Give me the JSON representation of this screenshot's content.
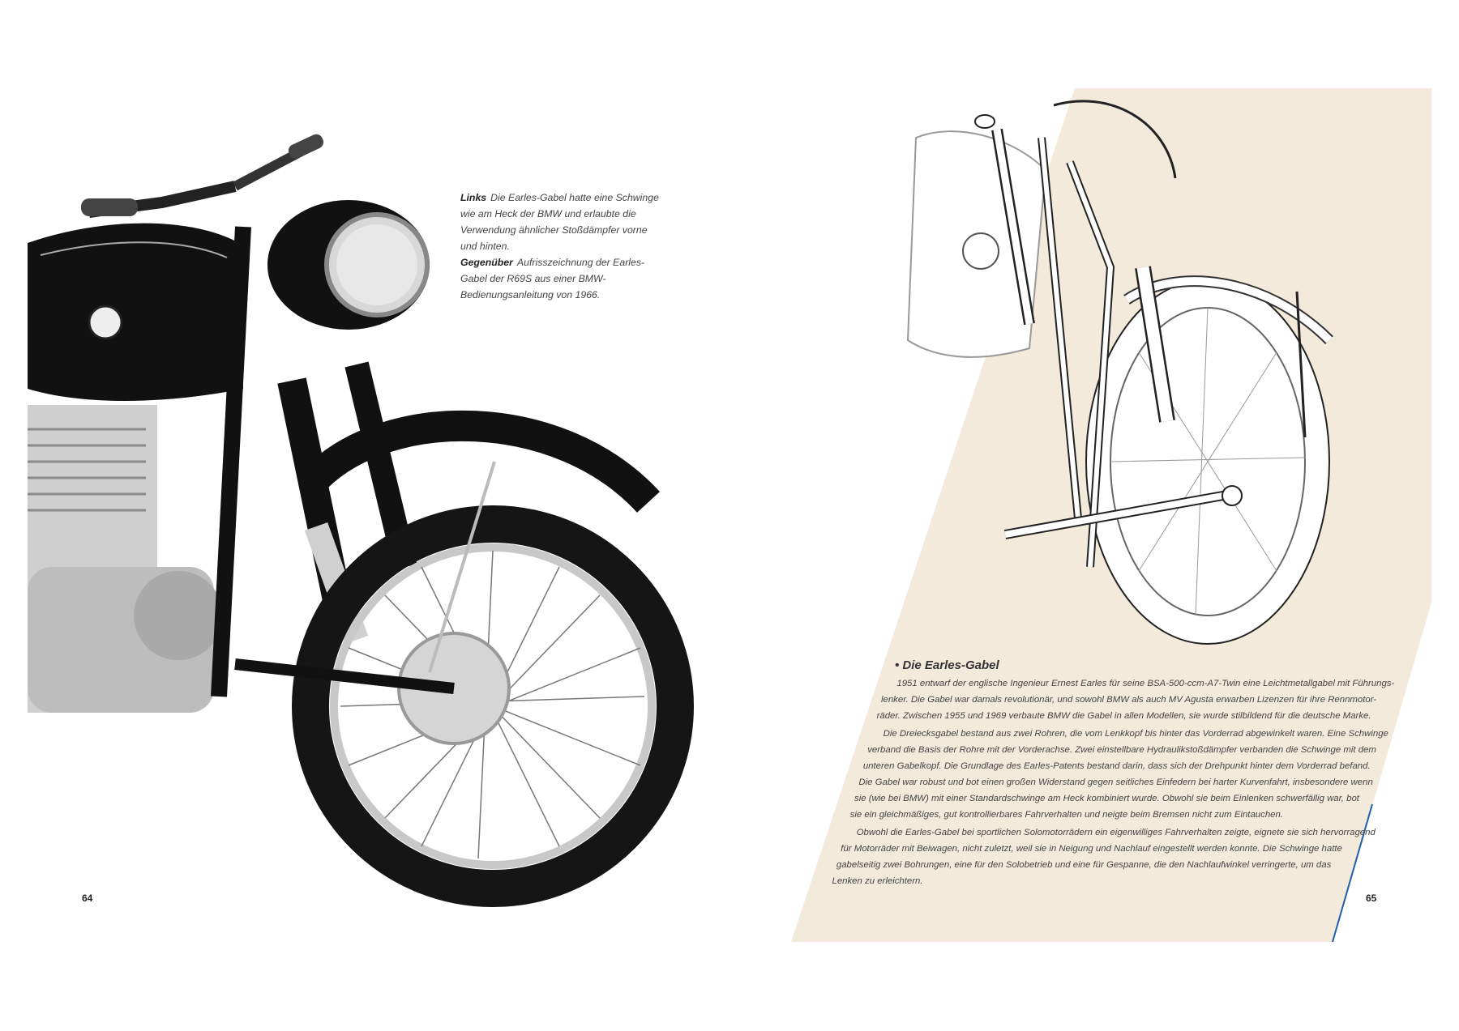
{
  "left_page": {
    "caption": {
      "links_label": "Links",
      "links_text": "Die Earles-Gabel hatte eine Schwinge wie am Heck der BMW und erlaubte die Verwendung ähnlicher Stoßdämpfer vorne und hinten.",
      "gegenueber_label": "Gegenüber",
      "gegenueber_text": "Aufrisszeichnung der Earles-Gabel der R69S aus einer BMW-Bedienungsanleitung von 1966."
    },
    "page_number": "64"
  },
  "right_page": {
    "heading": "• Die Earles-Gabel",
    "lines": [
      "1951 entwarf der englische Ingenieur Ernest Earles für seine BSA-500-ccm-A7-Twin eine Leichtmetallgabel mit Führungs-",
      "lenker. Die Gabel war damals revolutionär, und sowohl BMW als auch MV Agusta erwarben Lizenzen für ihre Rennmotor-",
      "räder. Zwischen 1955 und 1969 verbaute BMW die Gabel in allen Modellen, sie wurde stilbildend für die deutsche Marke.",
      "Die Dreiecksgabel bestand aus zwei Rohren, die vom Lenkkopf bis hinter das Vorderrad abgewinkelt waren. Eine Schwinge",
      "verband die Basis der Rohre mit der Vorderachse. Zwei einstellbare Hydraulikstoßdämpfer verbanden die Schwinge mit dem",
      "unteren Gabelkopf. Die Grundlage des Earles-Patents bestand darin, dass sich der Drehpunkt hinter dem Vorderrad befand.",
      "Die Gabel war robust und bot einen großen Widerstand gegen seitliches Einfedern bei harter Kurvenfahrt, insbesondere wenn",
      "sie (wie bei BMW) mit einer Standardschwinge am Heck kombiniert wurde. Obwohl sie beim Einlenken schwerfällig war, bot",
      "sie ein gleichmäßiges, gut kontrollierbares Fahrverhalten und neigte beim Bremsen nicht zum Eintauchen.",
      "Obwohl die Earles-Gabel bei sportlichen Solomotorrädern ein eigenwilliges Fahrverhalten zeigte, eignete sie sich hervorragend",
      "für Motorräder mit Beiwagen, nicht zuletzt, weil sie in Neigung und Nachlauf eingestellt werden konnte. Die Schwinge hatte",
      "gabelseitig zwei Bohrungen, eine für den Solobetrieb und eine für Gespanne, die den Nachlaufwinkel verringerte, um das",
      "Lenken zu erleichtern."
    ],
    "page_number": "65"
  },
  "colors": {
    "panel": "#f3eadb",
    "accent_line": "#1f5fa8",
    "ink": "#111111"
  }
}
